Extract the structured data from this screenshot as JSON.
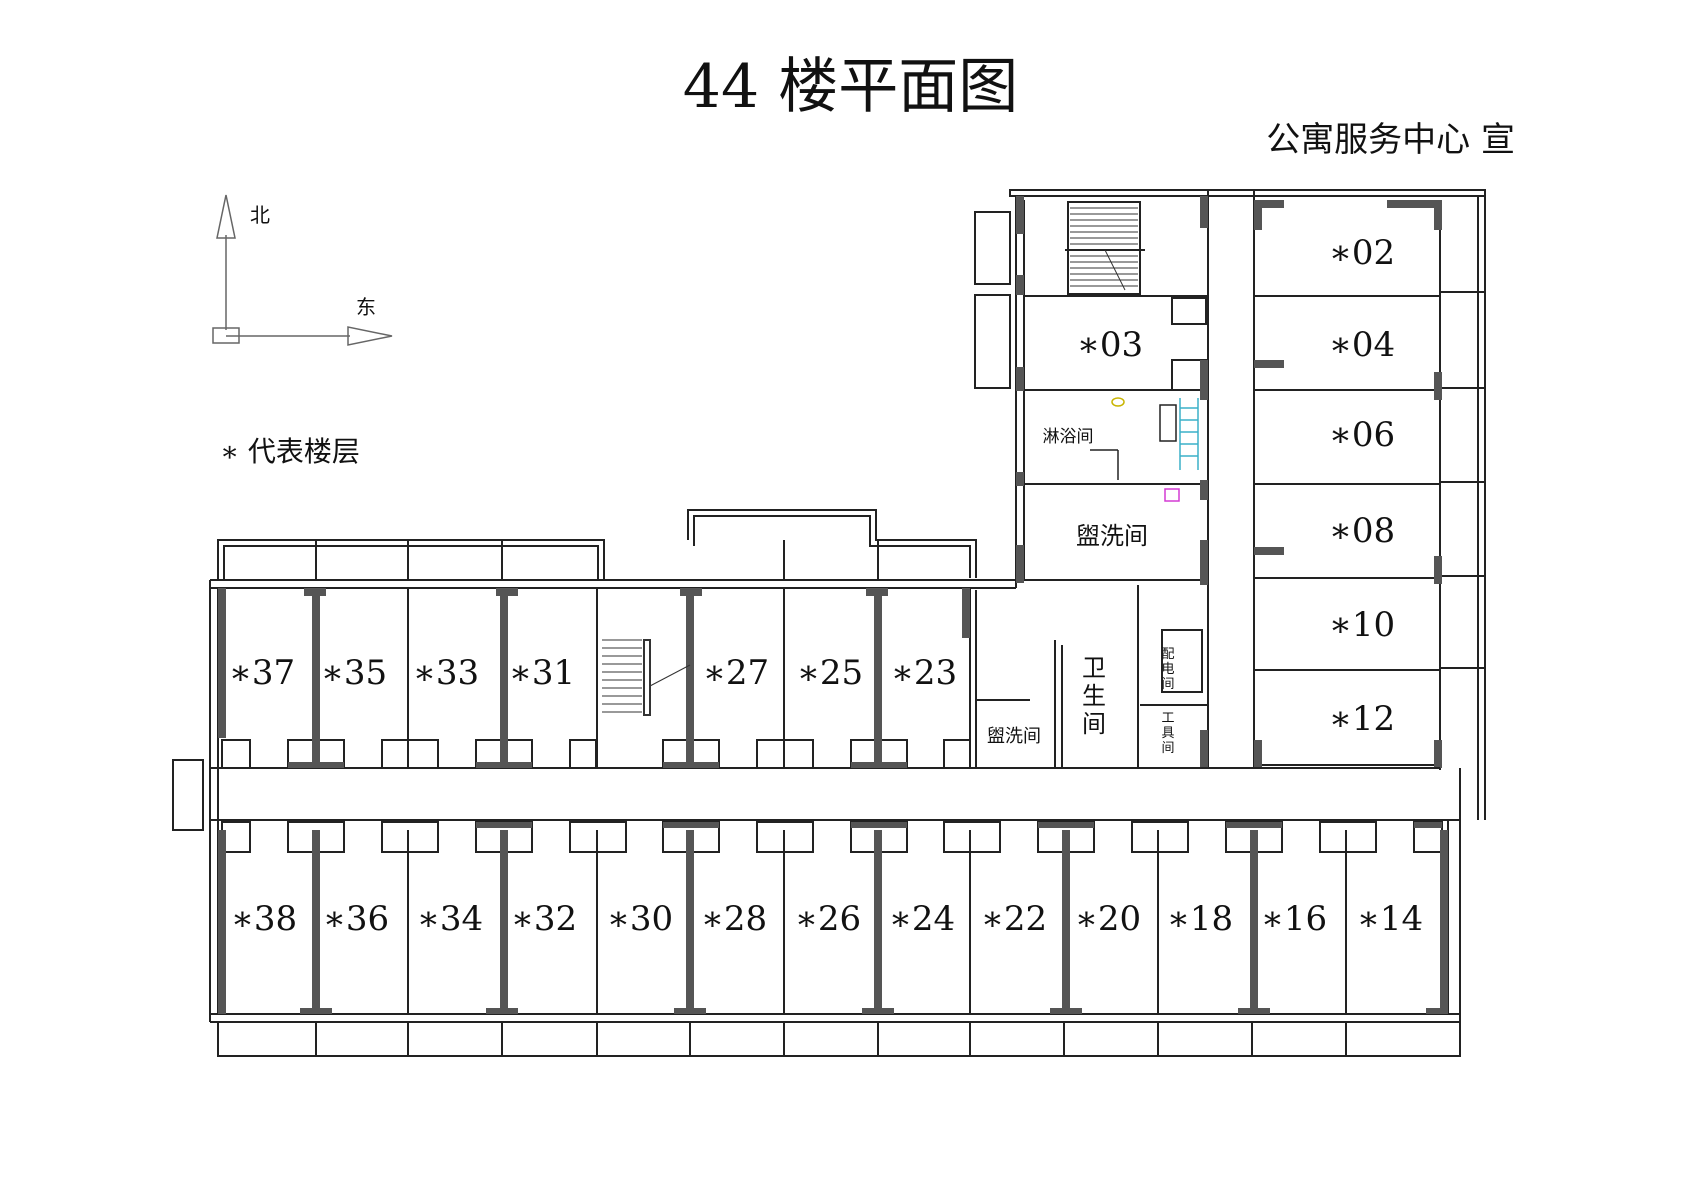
{
  "title": "44 楼平面图",
  "subtitle": "公寓服务中心  宣",
  "legend_text": "∗ 代表楼层",
  "compass": {
    "north": "北",
    "east": "东"
  },
  "rooms": {
    "r02": "∗02",
    "r03": "∗03",
    "r04": "∗04",
    "r06": "∗06",
    "r08": "∗08",
    "r10": "∗10",
    "r12": "∗12",
    "r37": "∗37",
    "r35": "∗35",
    "r33": "∗33",
    "r31": "∗31",
    "r27": "∗27",
    "r25": "∗25",
    "r23": "∗23",
    "r38": "∗38",
    "r36": "∗36",
    "r34": "∗34",
    "r32": "∗32",
    "r30": "∗30",
    "r28": "∗28",
    "r26": "∗26",
    "r24": "∗24",
    "r22": "∗22",
    "r20": "∗20",
    "r18": "∗18",
    "r16": "∗16",
    "r14": "∗14"
  },
  "facilities": {
    "shower": "淋浴间",
    "washroom_upper": "盥洗间",
    "washroom_lower": "盥洗间",
    "toilet": [
      "卫",
      "生",
      "间"
    ],
    "power_room": [
      "配",
      "电",
      "间"
    ],
    "tool_room": [
      "工",
      "具",
      "间"
    ]
  },
  "colors": {
    "wall": "#222222",
    "wall_fill": "#555555",
    "line": "#333333",
    "accent_green": "#2aa84a",
    "accent_magenta": "#d43bd4",
    "accent_cyan": "#3ab0c8"
  }
}
